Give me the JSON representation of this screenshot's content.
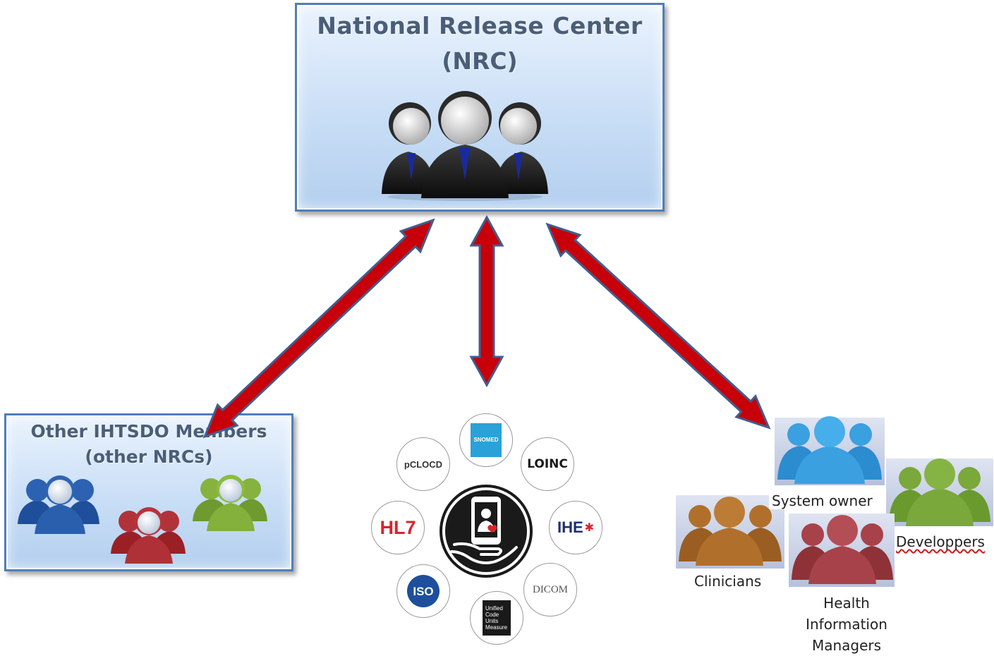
{
  "nrc": {
    "title_line1": "National Release Center",
    "title_line2": "(NRC)"
  },
  "members": {
    "title_line1": "Other IHTSDO Members",
    "title_line2": "(other NRCs)"
  },
  "logos": {
    "snomed": "SNOMED",
    "loinc": "LOINC",
    "ihe": "IHE",
    "dicom": "DICOM",
    "ucum_lines": [
      "Unified",
      "Code",
      "Units",
      "Measure"
    ],
    "iso": "ISO",
    "hl7": "HL7",
    "pclocd": "pCLOCD"
  },
  "stakeholders": {
    "system_owner": "System owner",
    "developers": "Developpers",
    "clinicians": "Clinicians",
    "him_line1": "Health",
    "him_line2": "Information",
    "him_line3": "Managers"
  },
  "colors": {
    "arrow_fill": "#c8000a",
    "arrow_stroke": "#3f5f8f",
    "box_border": "#4f7fb8",
    "system_owner": "#3aa0e0",
    "developers": "#7aa83a",
    "clinicians": "#b0702c",
    "him": "#a8424a"
  }
}
